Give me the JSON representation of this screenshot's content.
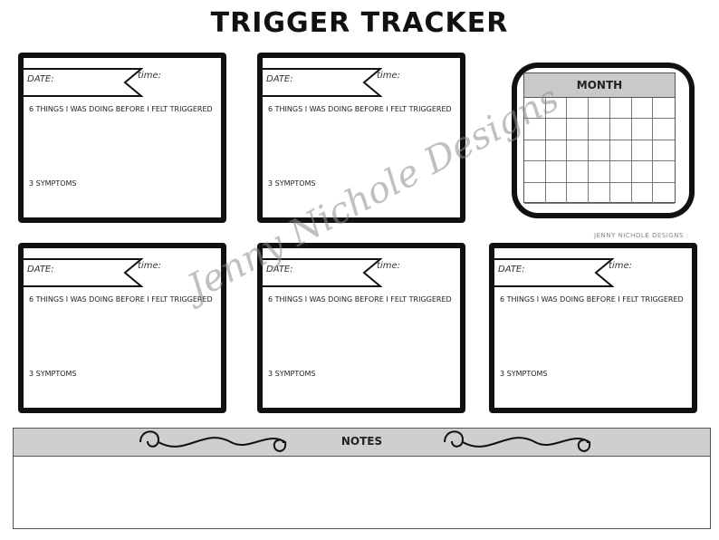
{
  "title": "TRIGGER TRACKER",
  "card": {
    "date_label": "DATE:",
    "time_label": "time:",
    "prompt_doing": "6 THINGS I WAS DOING BEFORE I FELT TRIGGERED",
    "prompt_symptoms": "3 SYMPTOMS"
  },
  "cards": [
    {
      "date_label": "DATE:",
      "time_label": "time:",
      "prompt_doing": "6 THINGS I WAS DOING BEFORE I FELT TRIGGERED",
      "prompt_symptoms": "3 SYMPTOMS"
    },
    {
      "date_label": "DATE:",
      "time_label": "time:",
      "prompt_doing": "6 THINGS I WAS DOING BEFORE I FELT TRIGGERED",
      "prompt_symptoms": "3 SYMPTOMS"
    },
    {
      "date_label": "DATE:",
      "time_label": "time:",
      "prompt_doing": "6 THINGS I WAS DOING BEFORE I FELT TRIGGERED",
      "prompt_symptoms": "3 SYMPTOMS"
    },
    {
      "date_label": "DATE:",
      "time_label": "time:",
      "prompt_doing": "6 THINGS I WAS DOING BEFORE I FELT TRIGGERED",
      "prompt_symptoms": "3 SYMPTOMS"
    },
    {
      "date_label": "DATE:",
      "time_label": "time:",
      "prompt_doing": "6 THINGS I WAS DOING BEFORE I FELT TRIGGERED",
      "prompt_symptoms": "3 SYMPTOMS"
    }
  ],
  "calendar": {
    "month_label": "MONTH"
  },
  "credit": "JENNY NICHOLE DESIGNS",
  "notes": {
    "label": "NOTES"
  },
  "watermark": "Jenny Nichole Designs",
  "colors": {
    "ink": "#111111",
    "header_gray": "#cfcfcf"
  },
  "icons": [
    "scroll-flourish-icon",
    "scalloped-frame-icon"
  ]
}
